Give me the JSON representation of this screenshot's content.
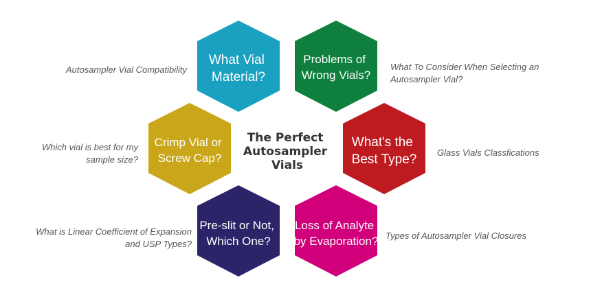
{
  "center": {
    "lines": [
      "The Perfect",
      "Autosampler",
      "Vials"
    ]
  },
  "hexagons": [
    {
      "id": "material",
      "lines": [
        "What Vial",
        "Material?"
      ],
      "color": "#1aa0c0"
    },
    {
      "id": "problems",
      "lines": [
        "Problems of",
        "Wrong Vials?"
      ],
      "color": "#0e7f3d"
    },
    {
      "id": "crimp",
      "lines": [
        "Crimp Vial or",
        "Screw Cap?"
      ],
      "color": "#c9a61a"
    },
    {
      "id": "best-type",
      "lines": [
        "What's the",
        "Best Type?"
      ],
      "color": "#be1b20"
    },
    {
      "id": "pre-slit",
      "lines": [
        "Pre-slit or Not,",
        "Which One?"
      ],
      "color": "#2c2468"
    },
    {
      "id": "evaporation",
      "lines": [
        "Loss of Analyte",
        "by Evaporation?"
      ],
      "color": "#d1007a"
    }
  ],
  "annotations": {
    "compatibility": [
      "Autosampler Vial Compatibility"
    ],
    "consider": [
      "What To Consider When Selecting an",
      "Autosampler Vial?"
    ],
    "sample_size": [
      "Which vial is best for my",
      "sample size?"
    ],
    "classifications": [
      "Glass Vials Classfications"
    ],
    "linear": [
      "What is Linear Coefficient of Expansion",
      "and USP Types?"
    ],
    "closures": [
      "Types of Autosampler Vial Closures"
    ]
  }
}
